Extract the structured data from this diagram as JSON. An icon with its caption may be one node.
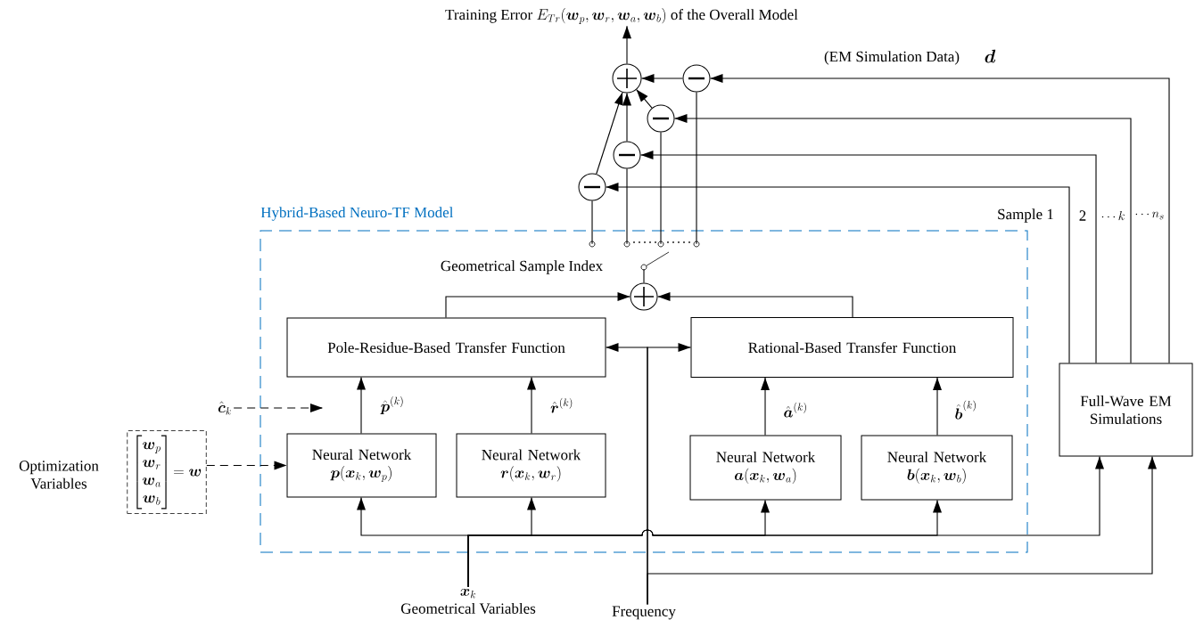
{
  "diagram": {
    "nodes": [
      {
        "text": [
          "Training Error",
          "E_{Tr}(\\boldsymbol{w}_p,\\boldsymbol{w}_r,\\boldsymbol{w}_a,\\boldsymbol{w}_b)",
          "of the Overall Model"
        ]
      },
      {
        "text": [],
        "shape": "circle"
      },
      {
        "text": [],
        "shape": "circle"
      },
      {
        "text": [],
        "shape": "circle"
      },
      {
        "text": [],
        "shape": "circle"
      },
      {
        "text": [],
        "shape": "circle"
      },
      {
        "text": [
          "Hybrid-Based Neuro-TF Model"
        ]
      },
      {
        "text": [],
        "shape": "switch",
        "in": 6
      },
      {
        "text": [],
        "shape": "circle",
        "in": 6
      },
      {
        "text": [
          "Pole-Residue-Based Transfer Function"
        ],
        "in": 6
      },
      {
        "text": [
          "Rational-Based Transfer Function"
        ],
        "in": 6
      },
      {
        "text": [
          "\\hat{\\boldsymbol{c}}_k"
        ]
      },
      {
        "text": [
          "\\begin{bmatrix}\\boldsymbol{w}_p\\\\ \\boldsymbol{w}_r\\\\ \\boldsymbol{w}_a\\\\ \\boldsymbol{w}_b\\end{bmatrix}\\!=\\boldsymbol{w}"
        ],
        "beside": [
          "Optimization Variables"
        ]
      },
      {
        "text": [
          "Neural Network",
          "\\boldsymbol{p}(\\boldsymbol{x}_k,\\boldsymbol{w}_p)"
        ],
        "in": 6
      },
      {
        "text": [
          "Neural Network",
          "\\boldsymbol{r}(\\boldsymbol{x}_k,\\boldsymbol{w}_r)"
        ],
        "in": 6
      },
      {
        "text": [
          "Neural Network",
          "\\boldsymbol{a}(\\boldsymbol{x}_k,\\boldsymbol{w}_a)"
        ],
        "in": 6
      },
      {
        "text": [
          "Neural Network",
          "\\boldsymbol{b}(\\boldsymbol{x}_k,\\boldsymbol{w}_b)"
        ],
        "in": 6
      },
      {
        "text": [
          "Full-Wave EM Simulations"
        ]
      },
      {
        "text": [
          "\\boldsymbol{x}_k",
          "Geometrical Variables"
        ]
      },
      {
        "text": [
          "Frequency"
        ]
      }
    ],
    "edges": [
      {
        "from": 1,
        "to": 0,
        "arrow": "to"
      },
      {
        "from": 2,
        "to": 1,
        "arrow": "to"
      },
      {
        "from": 3,
        "to": 1,
        "arrow": "to"
      },
      {
        "from": 4,
        "to": 1,
        "arrow": "to"
      },
      {
        "from": 5,
        "to": 1,
        "arrow": "to"
      },
      {
        "from": 17,
        "to": 2,
        "arrow": "to"
      },
      {
        "from": 17,
        "to": 3,
        "arrow": "to"
      },
      {
        "from": 17,
        "to": 4,
        "arrow": "to"
      },
      {
        "from": 17,
        "to": 5,
        "arrow": "to"
      },
      {
        "from": 7,
        "to": 2,
        "arrow": "none"
      },
      {
        "from": 7,
        "to": 3,
        "arrow": "none"
      },
      {
        "from": 7,
        "to": 4,
        "arrow": "none"
      },
      {
        "from": 7,
        "to": 5,
        "arrow": "none"
      },
      {
        "from": 8,
        "to": 7,
        "arrow": "none"
      },
      {
        "from": 9,
        "to": 8,
        "arrow": "to"
      },
      {
        "from": 10,
        "to": 8,
        "arrow": "to"
      },
      {
        "from": 13,
        "to": 9,
        "arrow": "to",
        "label": "\\hat{\\boldsymbol{p}}^{(k)}"
      },
      {
        "from": 14,
        "to": 9,
        "arrow": "to",
        "label": "\\hat{\\boldsymbol{r}}^{(k)}"
      },
      {
        "from": 15,
        "to": 10,
        "arrow": "to",
        "label": "\\hat{\\boldsymbol{a}}^{(k)}"
      },
      {
        "from": 16,
        "to": 10,
        "arrow": "to",
        "label": "\\hat{\\boldsymbol{b}}^{(k)}"
      },
      {
        "from": 18,
        "to": 13,
        "arrow": "to"
      },
      {
        "from": 18,
        "to": 14,
        "arrow": "to"
      },
      {
        "from": 18,
        "to": 15,
        "arrow": "to"
      },
      {
        "from": 18,
        "to": 16,
        "arrow": "to"
      },
      {
        "from": 18,
        "to": 17,
        "arrow": "to"
      },
      {
        "from": 19,
        "to": 9,
        "arrow": "to"
      },
      {
        "from": 19,
        "to": 10,
        "arrow": "to"
      },
      {
        "from": 19,
        "to": 17,
        "arrow": "to"
      },
      {
        "from": 12,
        "to": 13,
        "arrow": "to",
        "style": "dashed"
      },
      {
        "from": 11,
        "to": null,
        "arrow": "to",
        "style": "dashed"
      }
    ],
    "labels": [
      "(EM Simulation Data)",
      "\\boldsymbol{d}",
      "Sample 1",
      "2",
      "\\cdots k",
      "\\cdots n_s",
      "Geometrical Sample Index"
    ]
  }
}
